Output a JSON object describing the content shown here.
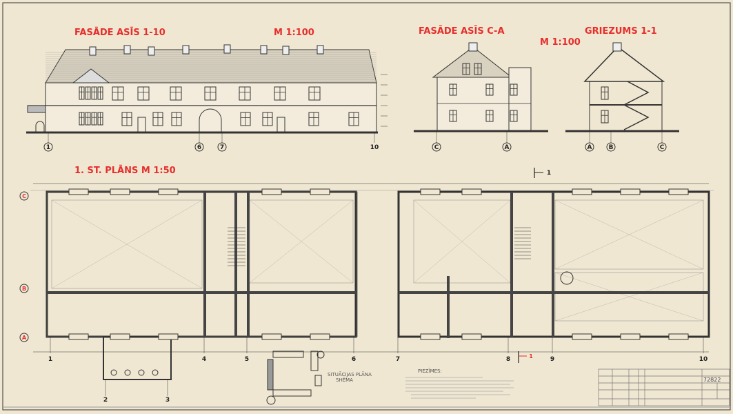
{
  "titles": {
    "facade_1_10": "FASĀDE ASĪS 1-10",
    "scale_facade": "M 1:100",
    "facade_c_a": "FASĀDE ASĪS C-A",
    "section": "GRIEZUMS 1-1",
    "scale_section": "M 1:100",
    "plan": "1. ST. PLĀNS M 1:50"
  },
  "facade_axes": [
    "1",
    "6",
    "7",
    "10"
  ],
  "facade_ca_axes": [
    "C",
    "A"
  ],
  "section_axes": [
    "A",
    "B",
    "C"
  ],
  "plan_row_axes": [
    "C",
    "B",
    "A"
  ],
  "plan_col_axes": [
    "1",
    "4",
    "5",
    "6",
    "7",
    "8",
    "9",
    "10",
    "2",
    "3"
  ],
  "section_marker": "1",
  "situation": {
    "line1": "SITUĀCIJAS PLĀNA",
    "line2": "SHĒMA"
  },
  "notes_heading": "PIEZĪMES:",
  "title_block": {
    "drawing_number": "72822"
  },
  "colors": {
    "paper": "#f0e7d2",
    "title_red": "#e62e2c",
    "ink": "#333333"
  }
}
